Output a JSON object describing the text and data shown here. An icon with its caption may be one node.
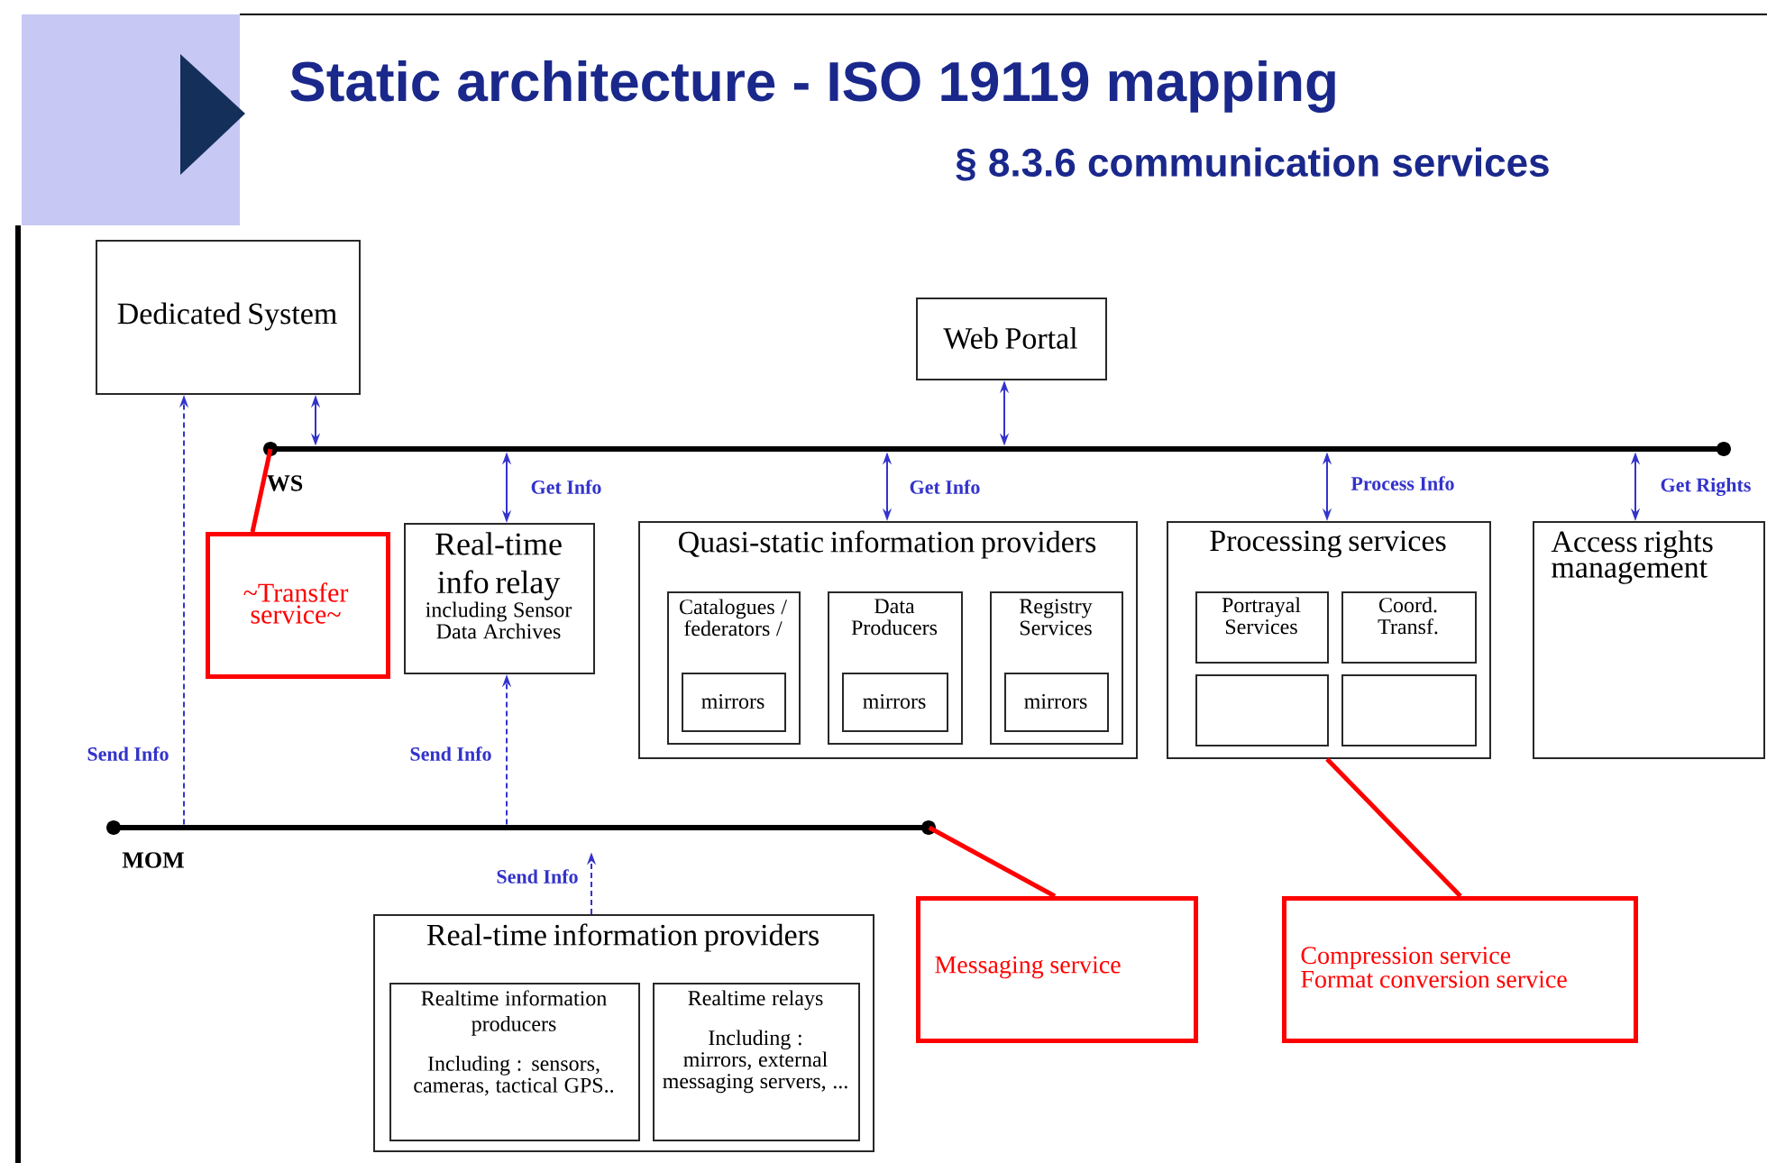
{
  "diagram": {
    "title": "Static architecture - ISO 19119 mapping",
    "nodes": [
      {
        "text": [
          "Dedicated System"
        ]
      },
      {
        "text": [
          "Web Portal"
        ]
      },
      {
        "text": [],
        "shape": "bar",
        "beside": [
          "WS"
        ]
      },
      {
        "text": [
          "Real-time info relay",
          "including Sensor Data Archives"
        ]
      },
      {
        "text": [
          "Quasi-static information providers"
        ]
      },
      {
        "text": [
          "Catalogues / federators /"
        ],
        "in": 4
      },
      {
        "text": [
          "mirrors"
        ],
        "in": 5
      },
      {
        "text": [
          "Data Producers"
        ],
        "in": 4
      },
      {
        "text": [
          "mirrors"
        ],
        "in": 7
      },
      {
        "text": [
          "Registry Services"
        ],
        "in": 4
      },
      {
        "text": [
          "mirrors"
        ],
        "in": 9
      },
      {
        "text": [
          "Processing services"
        ]
      },
      {
        "text": [
          "Portrayal Services"
        ],
        "in": 11
      },
      {
        "text": [
          "Coord. Transf."
        ],
        "in": 11
      },
      {
        "text": [],
        "shape": "box",
        "in": 11
      },
      {
        "text": [],
        "shape": "box",
        "in": 11
      },
      {
        "text": [
          "Access rights management"
        ]
      },
      {
        "text": [
          "~Transfer service~"
        ]
      },
      {
        "text": [],
        "shape": "bar",
        "beside": [
          "MOM"
        ]
      },
      {
        "text": [
          "Real-time information providers"
        ]
      },
      {
        "text": [
          "Realtime information producers",
          "Including : sensors, cameras, tactical GPS.."
        ],
        "in": 19
      },
      {
        "text": [
          "Realtime relays",
          "Including : mirrors, external messaging servers, ..."
        ],
        "in": 19
      },
      {
        "text": [
          "Messaging service"
        ]
      },
      {
        "text": [
          "Compression service",
          "Format conversion service"
        ]
      }
    ],
    "edges": [
      {
        "from": 0,
        "to": 2,
        "arrow": "both"
      },
      {
        "from": 1,
        "to": 2,
        "arrow": "both"
      },
      {
        "from": 3,
        "to": 2,
        "arrow": "both",
        "label": "Get Info"
      },
      {
        "from": 4,
        "to": 2,
        "arrow": "both",
        "label": "Get Info"
      },
      {
        "from": 11,
        "to": 2,
        "arrow": "both",
        "label": "Process Info"
      },
      {
        "from": 16,
        "to": 2,
        "arrow": "both",
        "label": "Get Rights"
      },
      {
        "from": 18,
        "to": 0,
        "arrow": "to",
        "style": "dashed",
        "label": "Send Info"
      },
      {
        "from": 18,
        "to": 3,
        "arrow": "to",
        "style": "dashed",
        "label": "Send Info"
      },
      {
        "from": 19,
        "to": 18,
        "arrow": "to",
        "style": "dashed",
        "label": "Send Info"
      },
      {
        "from": 17,
        "to": 2,
        "arrow": "none",
        "style": "thick",
        "color": "#ff0000"
      },
      {
        "from": 22,
        "to": 18,
        "arrow": "none",
        "style": "thick",
        "color": "#ff0000"
      },
      {
        "from": 23,
        "to": 11,
        "arrow": "none",
        "style": "thick",
        "color": "#ff0000"
      }
    ],
    "labels": [
      "§ 8.3.6 communication services"
    ]
  }
}
